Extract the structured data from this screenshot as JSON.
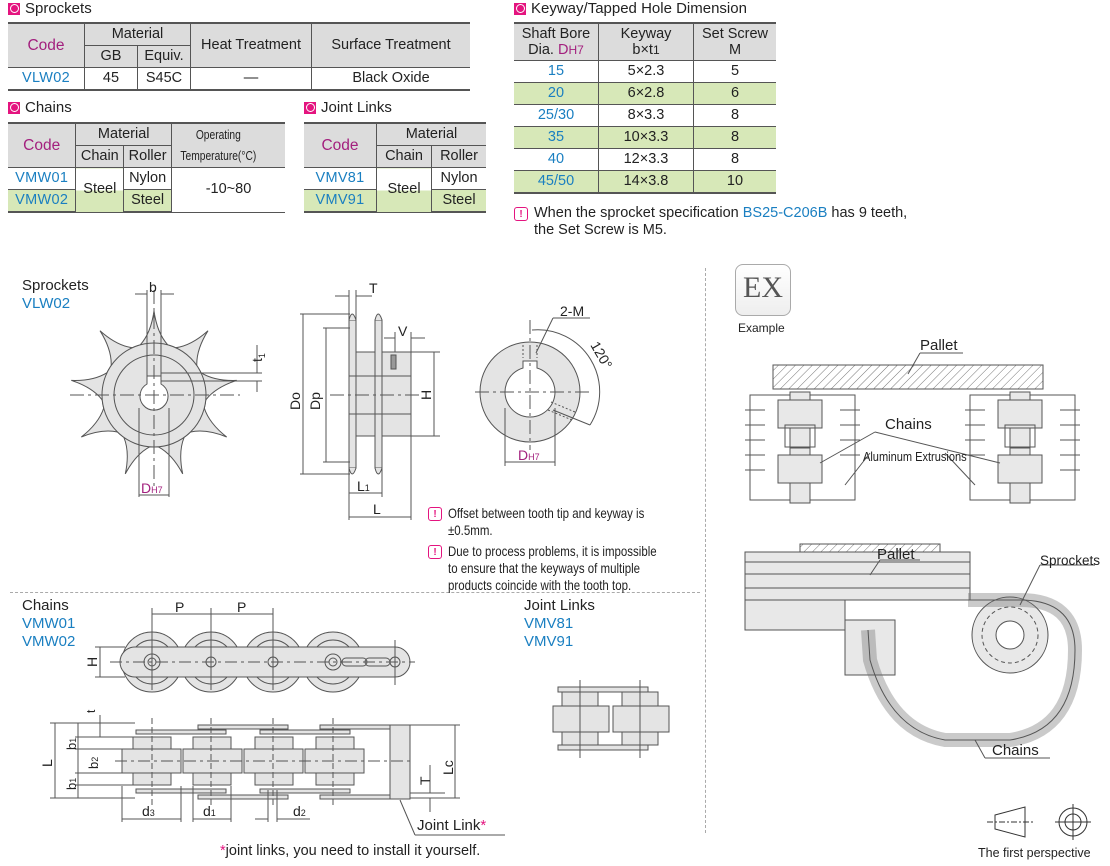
{
  "sprockets_table": {
    "title": "Sprockets",
    "headers": {
      "code": "Code",
      "material": "Material",
      "gb": "GB",
      "equiv": "Equiv.",
      "heat": "Heat Treatment",
      "surface": "Surface Treatment"
    },
    "rows": [
      {
        "code": "VLW02",
        "gb": "45",
        "equiv": "S45C",
        "heat": "—",
        "surface": "Black Oxide"
      }
    ]
  },
  "chains_table": {
    "title": "Chains",
    "headers": {
      "code": "Code",
      "material": "Material",
      "chain": "Chain",
      "roller": "Roller",
      "temp": "Operating Temperature(°C)"
    },
    "rows": [
      {
        "code": "VMW01",
        "roller": "Nylon"
      },
      {
        "code": "VMW02",
        "roller": "Steel"
      }
    ],
    "chain_material": "Steel",
    "temperature": "-10~80"
  },
  "joint_links_table": {
    "title": "Joint Links",
    "headers": {
      "code": "Code",
      "material": "Material",
      "chain": "Chain",
      "roller": "Roller"
    },
    "rows": [
      {
        "code": "VMV81",
        "roller": "Nylon"
      },
      {
        "code": "VMV91",
        "roller": "Steel"
      }
    ],
    "chain_material": "Steel"
  },
  "keyway_table": {
    "title": "Keyway/Tapped Hole Dimension",
    "headers": {
      "bore_line1": "Shaft Bore",
      "bore_line2": "Dia. ",
      "bore_d": "D",
      "bore_sub": "H7",
      "keyway_line1": "Keyway",
      "keyway_line2": "b×t",
      "keyway_sub": "1",
      "screw_line1": "Set Screw",
      "screw_line2": "M"
    },
    "rows": [
      {
        "bore": "15",
        "keyway": "5×2.3",
        "screw": "5"
      },
      {
        "bore": "20",
        "keyway": "6×2.8",
        "screw": "6"
      },
      {
        "bore": "25/30",
        "keyway": "8×3.3",
        "screw": "8"
      },
      {
        "bore": "35",
        "keyway": "10×3.3",
        "screw": "8"
      },
      {
        "bore": "40",
        "keyway": "12×3.3",
        "screw": "8"
      },
      {
        "bore": "45/50",
        "keyway": "14×3.8",
        "screw": "10"
      }
    ],
    "note_pre": "When the sprocket specification ",
    "note_link": "BS25-C206B",
    "note_post": " has 9 teeth,",
    "note_line2": "the Set Screw is M5."
  },
  "sprocket_drawing": {
    "title": "Sprockets",
    "code": "VLW02",
    "dims": {
      "b": "b",
      "t1": "t",
      "t1_sub": "1",
      "d": "D",
      "d_sub": "H7",
      "T": "T",
      "V": "V",
      "Do": "Do",
      "Dp": "Dp",
      "H": "H",
      "L1": "L",
      "L1_sub": "1",
      "L": "L",
      "twoM": "2-M",
      "angle": "120°"
    },
    "notes": [
      "Offset between tooth tip and keyway is ±0.5mm.",
      "Due to process problems, it is impossible to ensure that the keyways of multiple products coincide with the tooth top."
    ]
  },
  "chain_drawing": {
    "title": "Chains",
    "codes": [
      "VMW01",
      "VMW02"
    ],
    "dims": {
      "P": "P",
      "H": "H",
      "t": "t",
      "L": "L",
      "b1": "b",
      "b1_sub": "1",
      "b2": "b",
      "b2_sub": "2",
      "T": "T",
      "Lc": "Lc",
      "d3": "d",
      "d3_sub": "3",
      "d1": "d",
      "d1_sub": "1",
      "d2": "d",
      "d2_sub": "2"
    },
    "joint_link_label": "Joint Link",
    "asterisk": "*",
    "footnote": "joint links, you need to install it yourself."
  },
  "joint_drawing": {
    "title": "Joint Links",
    "codes": [
      "VMV81",
      "VMV91"
    ]
  },
  "example": {
    "badge": "EX",
    "badge_label": "Example",
    "top_labels": {
      "pallet": "Pallet",
      "chains": "Chains",
      "aluminum": "Aluminum Extrusions"
    },
    "side_labels": {
      "pallet": "Pallet",
      "sprockets": "Sprockets",
      "chains": "Chains"
    },
    "perspective": "The first perspective"
  },
  "colors": {
    "accent": "#e4147f",
    "code_blue": "#1a7fc1",
    "header_magenta": "#a3207e",
    "row_green": "#d7e8b8",
    "header_gray": "#dcdcdc"
  }
}
